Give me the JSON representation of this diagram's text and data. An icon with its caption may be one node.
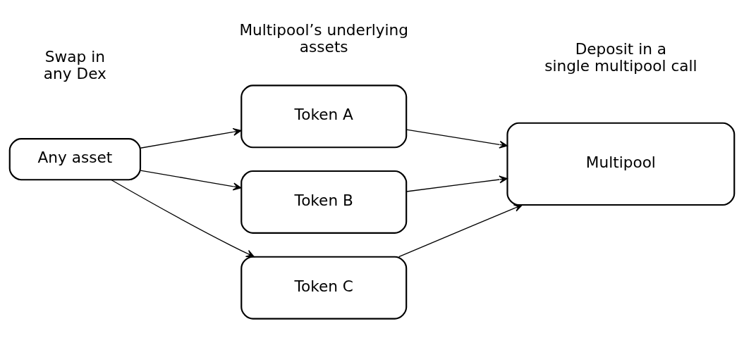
{
  "diagram": {
    "nodes": [
      {
        "text": [
          "Any asset"
        ]
      },
      {
        "text": [
          "Token A"
        ]
      },
      {
        "text": [
          "Token B"
        ]
      },
      {
        "text": [
          "Token C"
        ]
      },
      {
        "text": [
          "Multipool"
        ]
      }
    ],
    "edges": [
      {
        "from": 0,
        "to": 1,
        "arrow": "to"
      },
      {
        "from": 0,
        "to": 2,
        "arrow": "to"
      },
      {
        "from": 0,
        "to": 3,
        "arrow": "to"
      },
      {
        "from": 1,
        "to": 4,
        "arrow": "to"
      },
      {
        "from": 2,
        "to": 4,
        "arrow": "to"
      },
      {
        "from": 3,
        "to": 4,
        "arrow": "to"
      }
    ],
    "labels": [
      "Multipool’s underlying assets",
      "Swap in any Dex",
      "Deposit in a single multipool call"
    ]
  }
}
